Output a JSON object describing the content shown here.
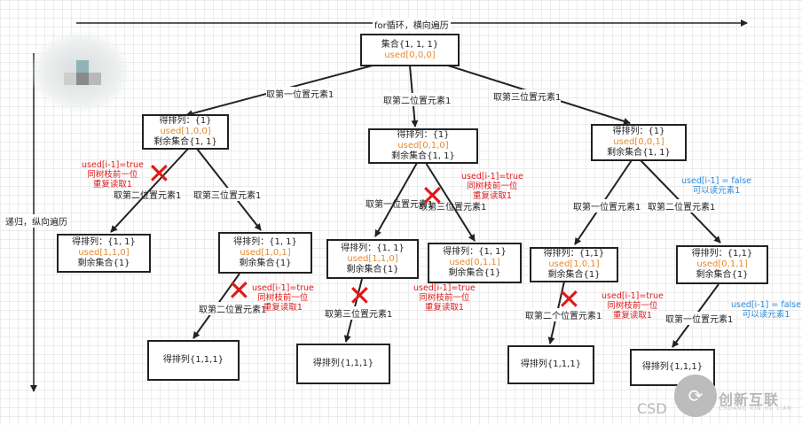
{
  "axes": {
    "horizontal_label": "for循环，横向遍历",
    "vertical_label": "递归，纵向遍历"
  },
  "nodes": {
    "root": {
      "line1": "集合{1, 1, 1}",
      "used": "used[0,0,0]"
    },
    "l1": {
      "line1": "得排列：{1}",
      "used": "used[1,0,0]",
      "line3": "剩余集合{1, 1}"
    },
    "m1": {
      "line1": "得排列：{1}",
      "used": "used[0,1,0]",
      "line3": "剩余集合{1, 1}"
    },
    "r1": {
      "line1": "得排列：{1}",
      "used": "used[0,0,1]",
      "line3": "剩余集合{1, 1}"
    },
    "l2a": {
      "line1": "得排列：{1, 1}",
      "used": "used[1,1,0]",
      "line3": "剩余集合{1}"
    },
    "l2b": {
      "line1": "得排列：{1, 1}",
      "used": "used[1,0,1]",
      "line3": "剩余集合{1}"
    },
    "m2a": {
      "line1": "得排列：{1, 1}",
      "used": "used[1,1,0]",
      "line3": "剩余集合{1}"
    },
    "m2b": {
      "line1": "得排列：{1, 1}",
      "used": "used[0,1,1]",
      "line3": "剩余集合{1}"
    },
    "r2a": {
      "line1": "得排列：{1,1}",
      "used": "used[1,0,1]",
      "line3": "剩余集合{1}"
    },
    "r2b": {
      "line1": "得排列：{1,1}",
      "used": "used[0,1,1]",
      "line3": "剩余集合{1}"
    },
    "leaf1": {
      "line1": "得排列{1,1,1}"
    },
    "leaf2": {
      "line1": "得排列{1,1,1}"
    },
    "leaf3": {
      "line1": "得排列{1,1,1}"
    },
    "leaf4": {
      "line1": "得排列{1,1,1}"
    }
  },
  "edge_labels": {
    "take_first": "取第一位置元素1",
    "take_second": "取第二位置元素1",
    "take_third": "取第三位置元素1",
    "take_second_alt": "取第二个位置元素1"
  },
  "annotations": {
    "red": {
      "line1": "used[i-1]=true",
      "line2": "同树枝前一位",
      "line3": "重复读取1"
    },
    "blue": {
      "line1": "used[i-1] = false",
      "line2": "可以读元素1"
    }
  },
  "watermark": {
    "csdn": "CSD",
    "brand": "创新互联",
    "brand_sub": "CHUANG XIN HU LIAN"
  },
  "colors": {
    "used": "#e8892b",
    "prune": "#e0191b",
    "allowed": "#2a88d8"
  }
}
